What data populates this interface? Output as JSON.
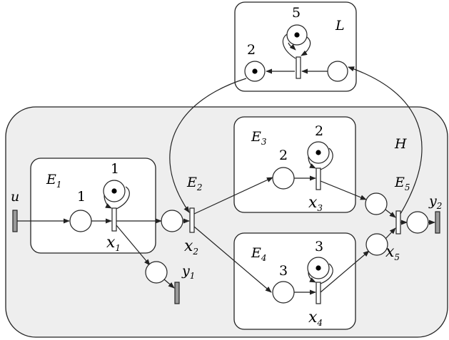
{
  "regions": {
    "H": "H",
    "L": "L",
    "E1": {
      "main": "E",
      "sub": "1"
    },
    "E2": {
      "main": "E",
      "sub": "2"
    },
    "E3": {
      "main": "E",
      "sub": "3"
    },
    "E4": {
      "main": "E",
      "sub": "4"
    },
    "E5": {
      "main": "E",
      "sub": "5"
    }
  },
  "weights": {
    "e1_top": "1",
    "e1_place": "1",
    "e3_top": "2",
    "e3_place": "2",
    "e4_top": "3",
    "e4_place": "3",
    "l_top": "5",
    "l_place": "2"
  },
  "transitions": {
    "u": "u",
    "x1": {
      "main": "x",
      "sub": "1"
    },
    "x2": {
      "main": "x",
      "sub": "2"
    },
    "x3": {
      "main": "x",
      "sub": "3"
    },
    "x4": {
      "main": "x",
      "sub": "4"
    },
    "x5": {
      "main": "x",
      "sub": "5"
    },
    "y1": {
      "main": "y",
      "sub": "1"
    },
    "y2": {
      "main": "y",
      "sub": "2"
    }
  }
}
